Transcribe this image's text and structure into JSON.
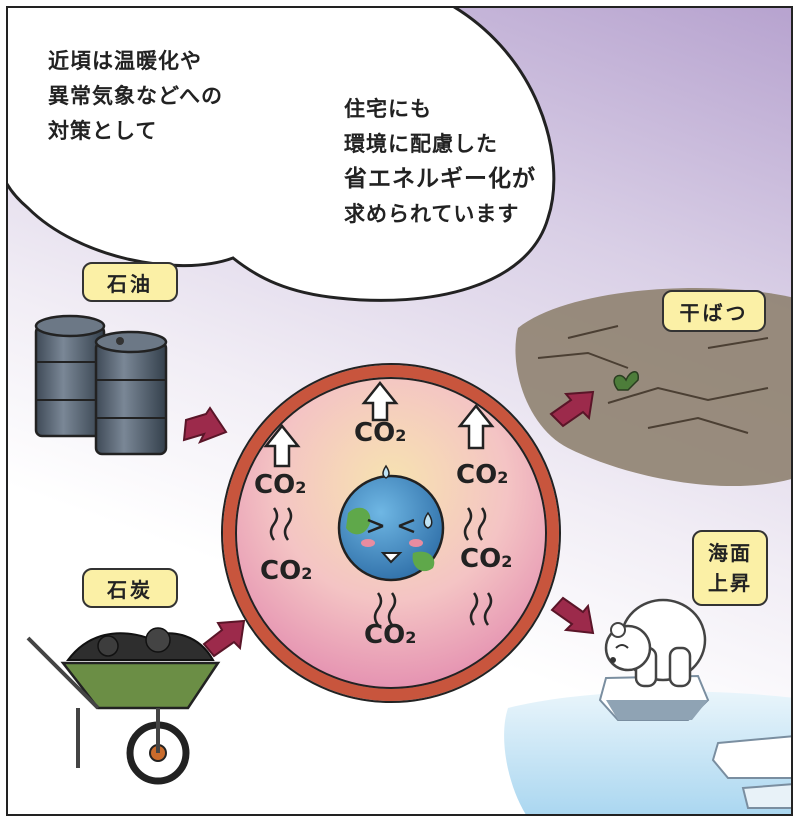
{
  "bubble": {
    "left_lines": [
      "近頃は温暖化や",
      "異常気象などへの",
      "対策として"
    ],
    "right_lines": [
      "住宅にも",
      "環境に配慮した"
    ],
    "right_strong": "省エネルギー化",
    "right_strong_tail": "が",
    "right_last": "求められています"
  },
  "labels": {
    "oil": "石油",
    "coal": "石炭",
    "drought": "干ばつ",
    "sea_rise_1": "海面",
    "sea_rise_2": "上昇"
  },
  "co2": {
    "main": "CO",
    "sub": "2"
  },
  "colors": {
    "tag_fill": "#fbf0a6",
    "arrow": "#9c2a4b",
    "ring": "#c8553d",
    "sea": "#cfe8f6"
  }
}
